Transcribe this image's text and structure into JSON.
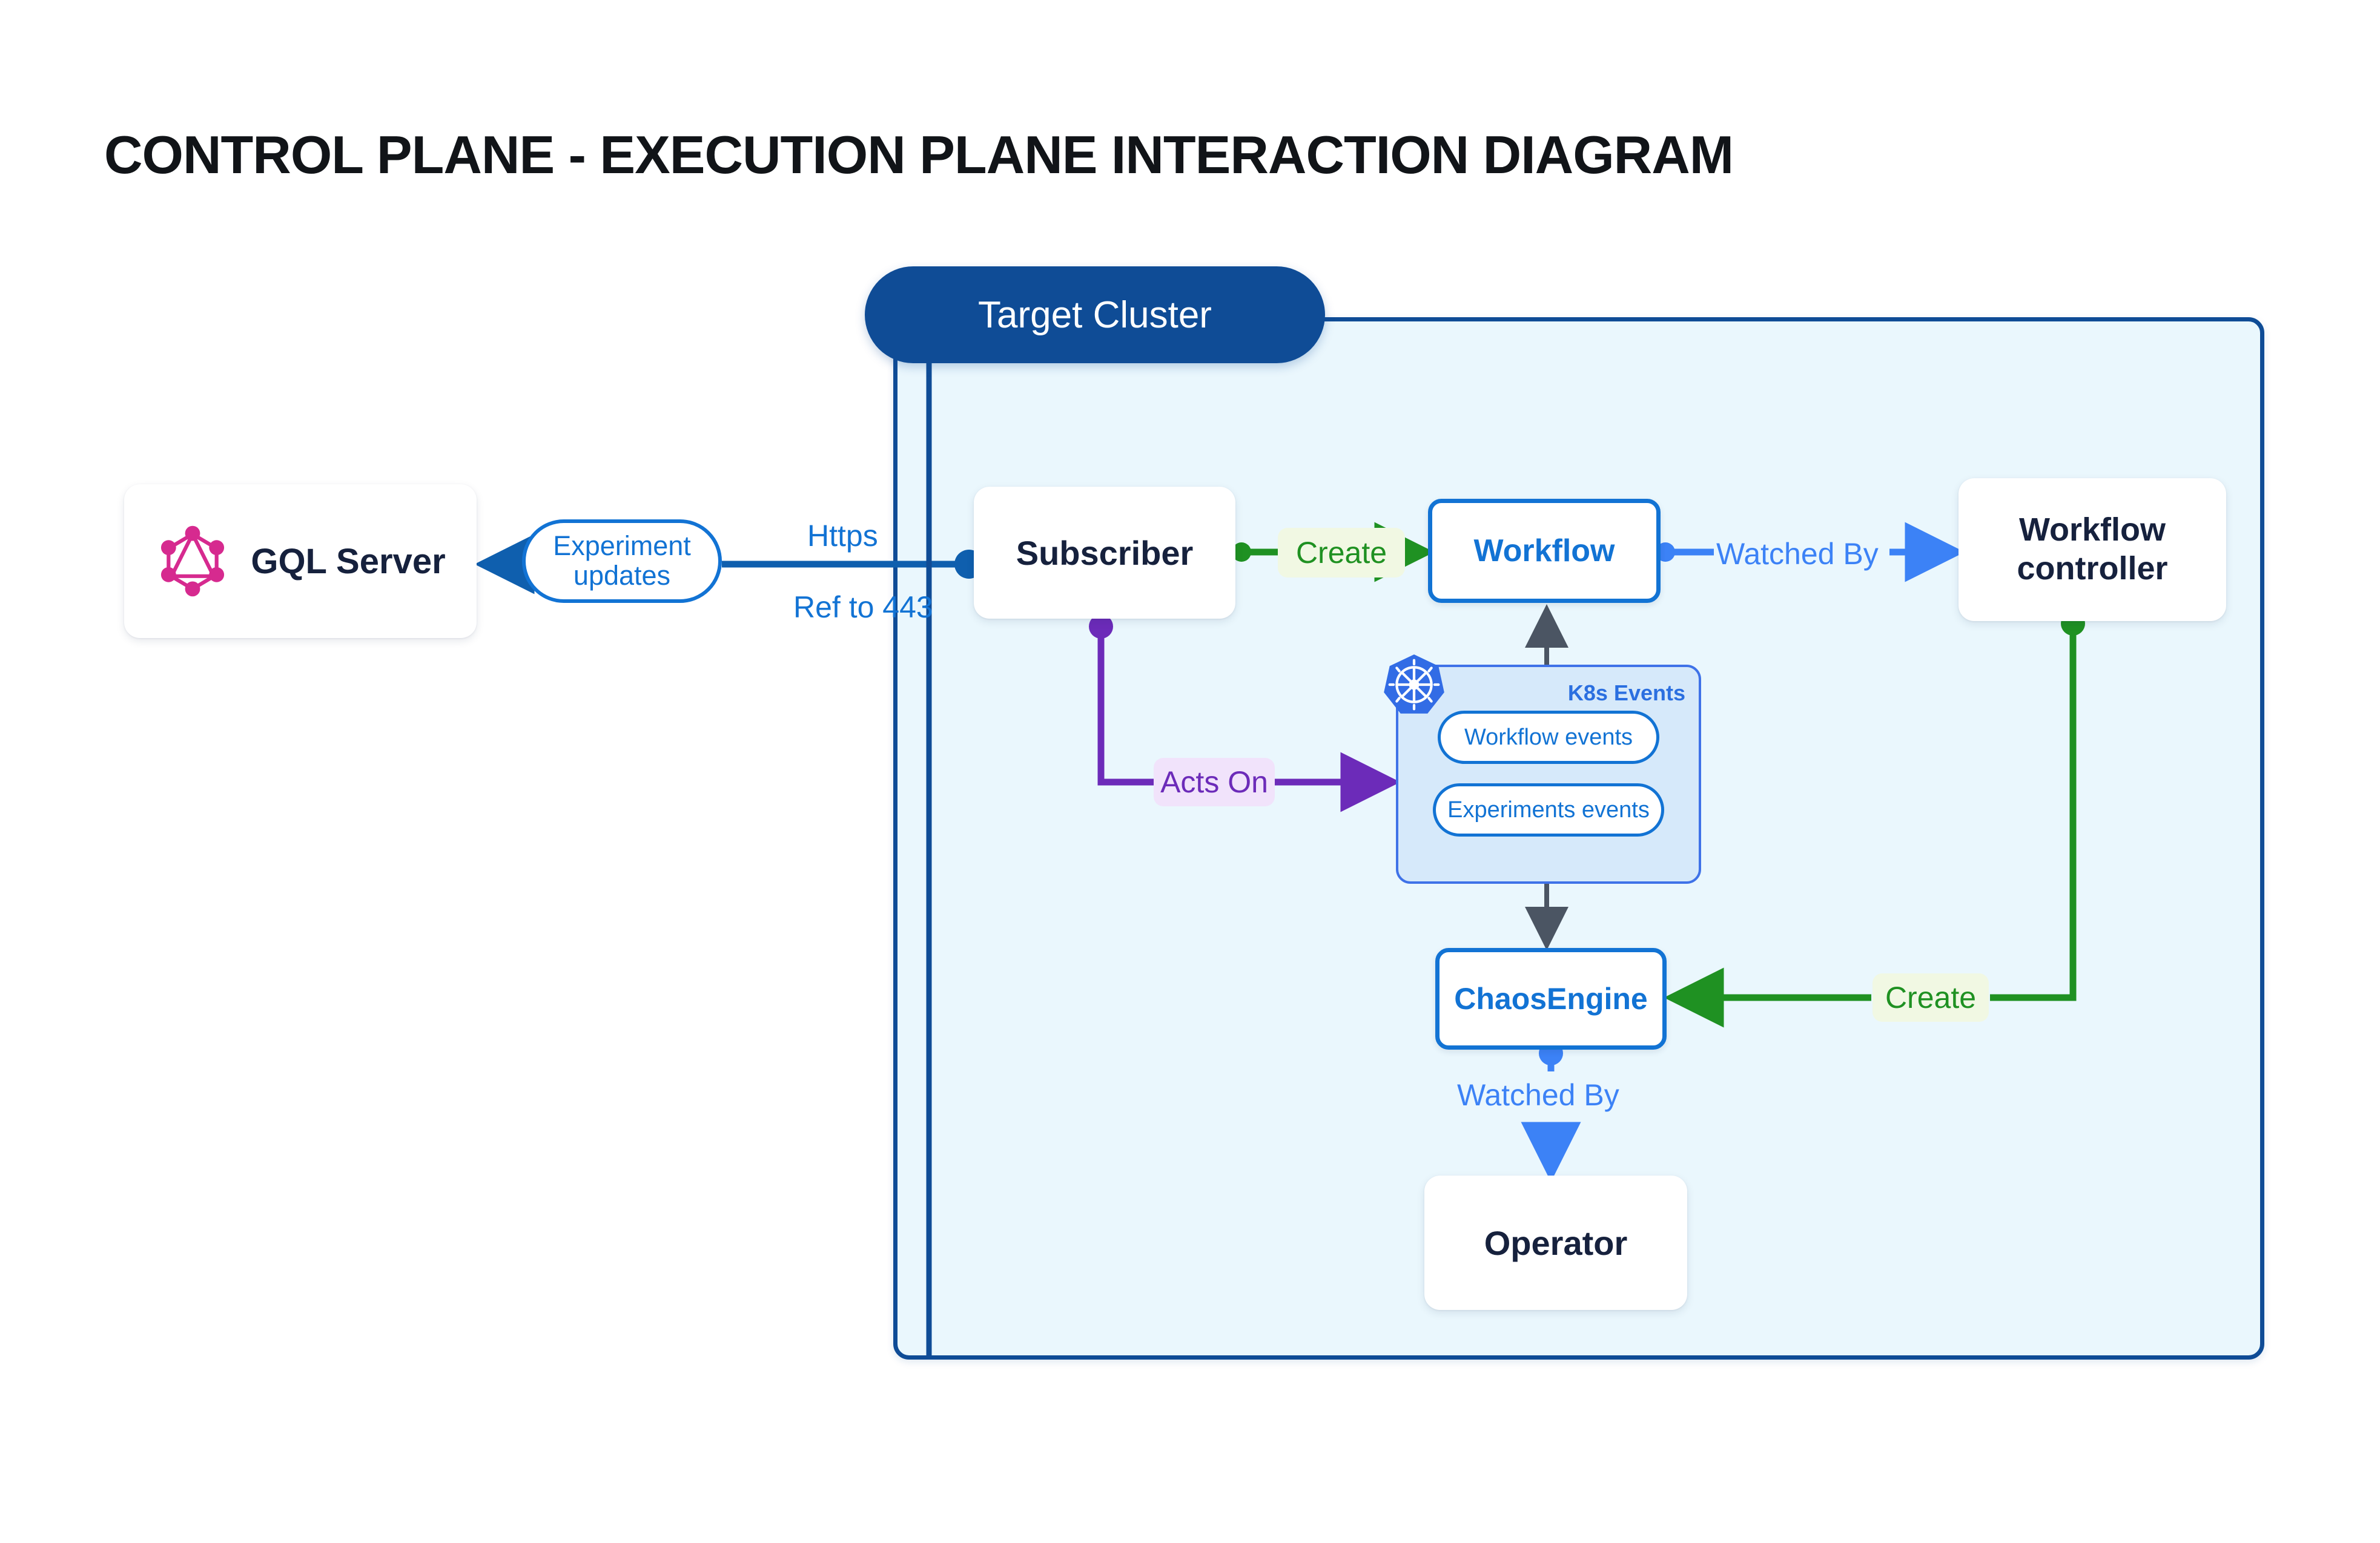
{
  "page": {
    "title": "CONTROL PLANE - EXECUTION PLANE INTERACTION DIAGRAM",
    "background": "#ffffff"
  },
  "colors": {
    "cluster_border": "#0f4c96",
    "cluster_fill": "#eaf7fd",
    "cluster_pill_bg": "#0f4c96",
    "blue_accent": "#1273d4",
    "light_blue_accent": "#3c82f6",
    "green_accent": "#1f9122",
    "purple_accent": "#6c2bb9",
    "dark_text": "#16213d",
    "k8s_blue": "#326ce5",
    "k8s_group_fill": "#d6e9fa",
    "graphql_pink": "#d62a8f",
    "grey_connector": "#4b5563"
  },
  "cluster": {
    "label": "Target Cluster"
  },
  "nodes": {
    "gql_server": {
      "label": "GQL Server",
      "icon": "graphql-logo-icon"
    },
    "subscriber": {
      "label": "Subscriber"
    },
    "workflow": {
      "label": "Workflow"
    },
    "workflow_controller": {
      "label_line1": "Workflow",
      "label_line2": "controller"
    },
    "chaosengine": {
      "label": "ChaosEngine"
    },
    "operator": {
      "label": "Operator"
    }
  },
  "k8s_events": {
    "group_label": "K8s Events",
    "icon": "kubernetes-logo-icon",
    "pills": [
      {
        "label": "Workflow events"
      },
      {
        "label": "Experiments events"
      }
    ]
  },
  "edges": [
    {
      "id": "subscriber-to-gql",
      "label_line1": "Experiment",
      "label_line2": "updates",
      "style": "pill",
      "color": "#1273d4"
    },
    {
      "id": "https",
      "label": "Https",
      "color": "#1273d4"
    },
    {
      "id": "ref-443",
      "label": "Ref to 443",
      "color": "#1273d4"
    },
    {
      "id": "subscriber-creates-workflow",
      "label": "Create",
      "color": "#1f9122"
    },
    {
      "id": "workflow-watched-by-controller",
      "label": "Watched By",
      "color": "#3c82f6"
    },
    {
      "id": "subscriber-acts-on-events",
      "label": "Acts On",
      "color": "#6c2bb9"
    },
    {
      "id": "controller-creates-chaosengine",
      "label": "Create",
      "color": "#1f9122"
    },
    {
      "id": "chaosengine-watched-by-operator",
      "label": "Watched By",
      "color": "#3c82f6"
    }
  ]
}
